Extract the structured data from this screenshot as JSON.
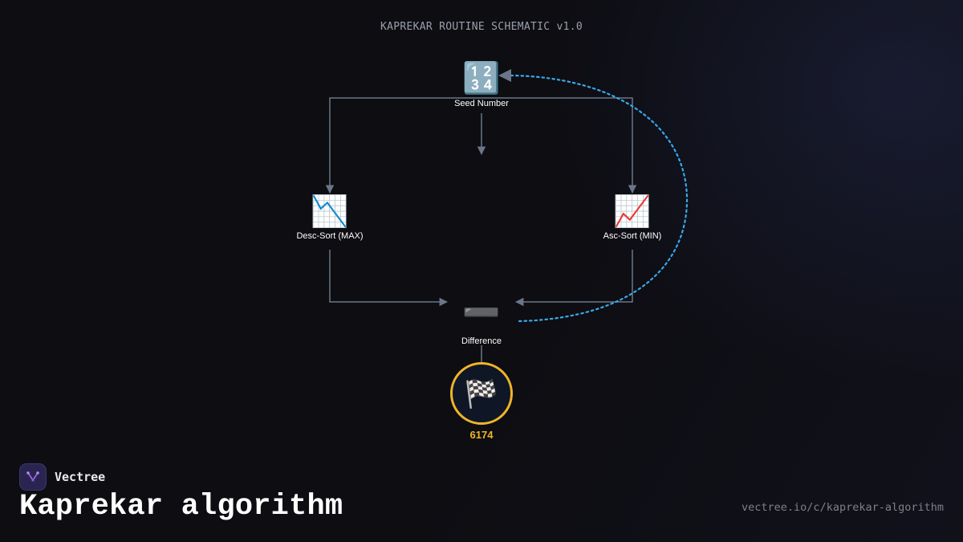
{
  "header": {
    "schematic_title": "KAPREKAR ROUTINE SCHEMATIC v1.0"
  },
  "nodes": {
    "seed": {
      "icon": "🔢",
      "icon_name": "input-numbers-icon",
      "label": "Seed Number"
    },
    "desc": {
      "icon": "📉",
      "icon_name": "chart-decreasing-icon",
      "label": "Desc-Sort (MAX)"
    },
    "asc": {
      "icon": "📈",
      "icon_name": "chart-increasing-icon",
      "label": "Asc-Sort (MIN)"
    },
    "diff": {
      "icon": "➖",
      "icon_name": "minus-icon",
      "label": "Difference"
    },
    "result": {
      "icon": "🏁",
      "icon_name": "checkered-flag-icon",
      "label": "6174"
    }
  },
  "colors": {
    "edge": "#6b7688",
    "loop": "#3aa8e8",
    "result_ring": "#f0b429",
    "background": "#0d0d12"
  },
  "footer": {
    "brand_name": "Vectree",
    "brand_icon": "vectree-logo-icon",
    "page_title": "Kaprekar algorithm",
    "url": "vectree.io/c/kaprekar-algorithm"
  }
}
